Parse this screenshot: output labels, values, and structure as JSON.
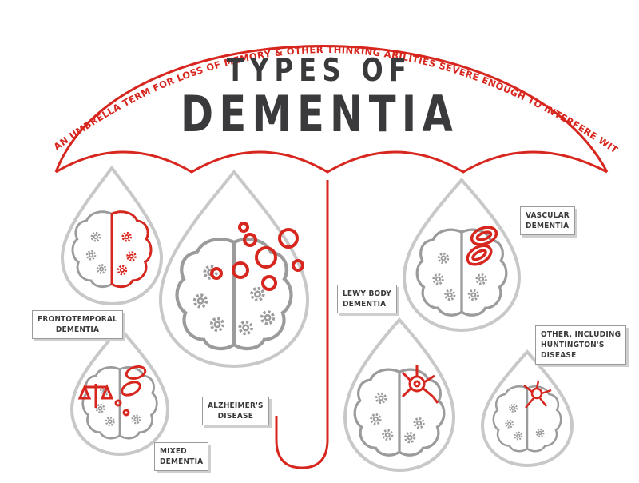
{
  "header": {
    "subtitle_arc": "DEMENTIA IS AN UMBRELLA TERM FOR LOSS OF MEMORY & OTHER THINKING ABILITIES SEVERE ENOUGH TO INTERFERE WITH DAILY LIFE",
    "title_line1": "TYPES OF",
    "title_line2": "DEMENTIA"
  },
  "colors": {
    "accent": "#d7261e",
    "outline": "#c8c8c8",
    "brain": "#9b9b9b",
    "text": "#3a3a3c"
  },
  "labels": {
    "frontotemporal": {
      "line1": "FRONTOTEMPORAL",
      "line2": "DEMENTIA"
    },
    "alzheimers": {
      "line1": "ALZHEIMER'S",
      "line2": "DISEASE"
    },
    "lewy": {
      "line1": "LEWY BODY",
      "line2": "DEMENTIA"
    },
    "vascular": {
      "line1": "VASCULAR",
      "line2": "DEMENTIA"
    },
    "mixed": {
      "line1": "MIXED",
      "line2": "DEMENTIA"
    },
    "other": {
      "line1": "OTHER, INCLUDING",
      "line2": "HUNTINGTON'S",
      "line3": "DISEASE"
    }
  }
}
